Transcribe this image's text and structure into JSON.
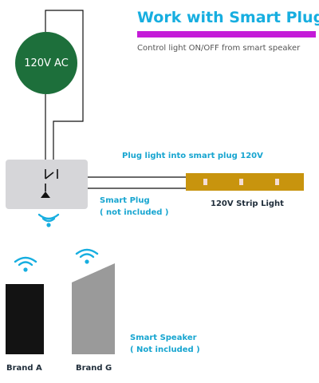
{
  "title": "Work with Smart Plug",
  "subtitle": "Control light ON/OFF from smart speaker",
  "colors": {
    "title": "#17aee0",
    "title_bar": "#c41bd8",
    "power_source": "#1d6f3b",
    "smart_plug": "#d6d6d9",
    "strip_light": "#c8940e",
    "speaker_a": "#131313",
    "speaker_g": "#9a9a9a",
    "label_blue": "#17a5d0"
  },
  "power_source": {
    "label": "120V AC"
  },
  "connection_note": "Plug light into smart plug 120V",
  "smart_plug": {
    "line1": "Smart Plug",
    "line2": "( not included )"
  },
  "strip_light": {
    "label": "120V Strip Light"
  },
  "smart_speaker": {
    "line1": "Smart Speaker",
    "line2": "( Not included )"
  },
  "speakers": [
    {
      "label": "Brand A"
    },
    {
      "label": "Brand G"
    }
  ],
  "icons": [
    "wifi-icon",
    "switch-icon",
    "speaker-icon"
  ]
}
